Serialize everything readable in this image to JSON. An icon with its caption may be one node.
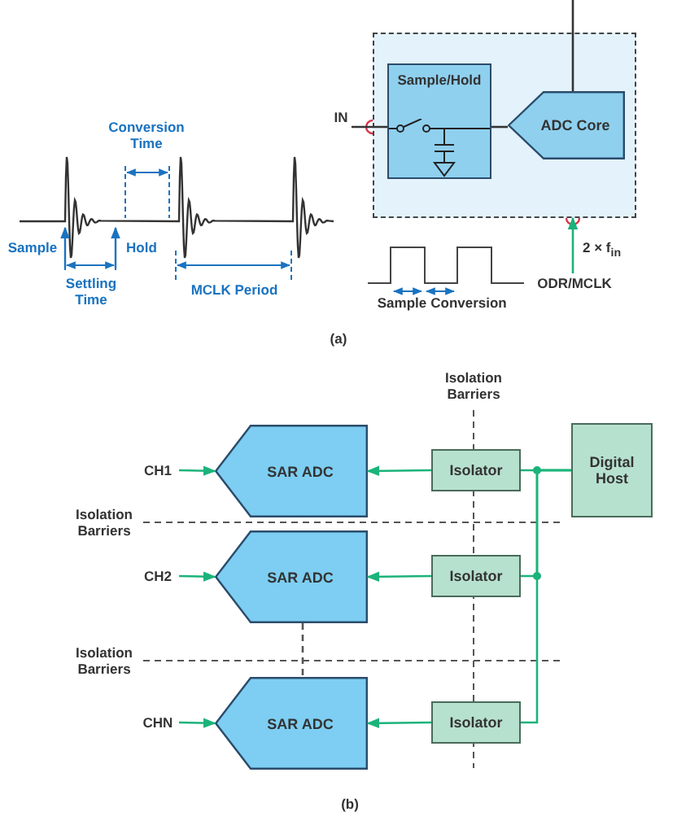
{
  "diagram": {
    "nodes": [
      {
        "text": [
          "IN"
        ]
      },
      {
        "text": [],
        "shape": "box"
      },
      {
        "text": [
          "Sample/Hold"
        ],
        "in": 1
      },
      {
        "text": [
          "ADC Core"
        ],
        "in": 1
      },
      {
        "text": [
          "ODR/MCLK"
        ]
      },
      {
        "text": [
          "CH1"
        ]
      },
      {
        "text": [
          "SAR ADC"
        ]
      },
      {
        "text": [
          "Isolator"
        ]
      },
      {
        "text": [
          "Digital Host"
        ]
      },
      {
        "text": [
          "CH2"
        ]
      },
      {
        "text": [
          "SAR ADC"
        ]
      },
      {
        "text": [
          "Isolator"
        ]
      },
      {
        "text": [
          "CHN"
        ]
      },
      {
        "text": [
          "SAR ADC"
        ]
      },
      {
        "text": [
          "Isolator"
        ]
      }
    ],
    "edges": [
      {
        "from": 0,
        "to": 2,
        "arrow": "none",
        "color": "#333333"
      },
      {
        "from": 2,
        "to": 3,
        "arrow": "none",
        "color": "#333333"
      },
      {
        "from": 3,
        "to": null,
        "arrow": "none",
        "color": "#333333"
      },
      {
        "from": 4,
        "to": 1,
        "arrow": "to",
        "label": "2 × f$_{in}$"
      },
      {
        "from": 5,
        "to": 6,
        "arrow": "to"
      },
      {
        "from": 7,
        "to": 6,
        "arrow": "to"
      },
      {
        "from": 7,
        "to": 8,
        "arrow": "none"
      },
      {
        "from": 9,
        "to": 10,
        "arrow": "to"
      },
      {
        "from": 11,
        "to": 10,
        "arrow": "to"
      },
      {
        "from": 11,
        "to": 8,
        "arrow": "none"
      },
      {
        "from": 12,
        "to": 13,
        "arrow": "to"
      },
      {
        "from": 14,
        "to": 13,
        "arrow": "to"
      },
      {
        "from": 14,
        "to": 8,
        "arrow": "none"
      },
      {
        "from": 10,
        "to": 13,
        "arrow": "none",
        "style": "dashed",
        "color": "#555555"
      }
    ],
    "labels": [
      "Conversion Time",
      "Sample",
      "Hold",
      "Settling Time",
      "MCLK Period",
      "Sample",
      "Conversion",
      "(a)",
      "Isolation Barriers",
      "Isolation Barriers",
      "Isolation Barriers",
      "(b)"
    ]
  }
}
